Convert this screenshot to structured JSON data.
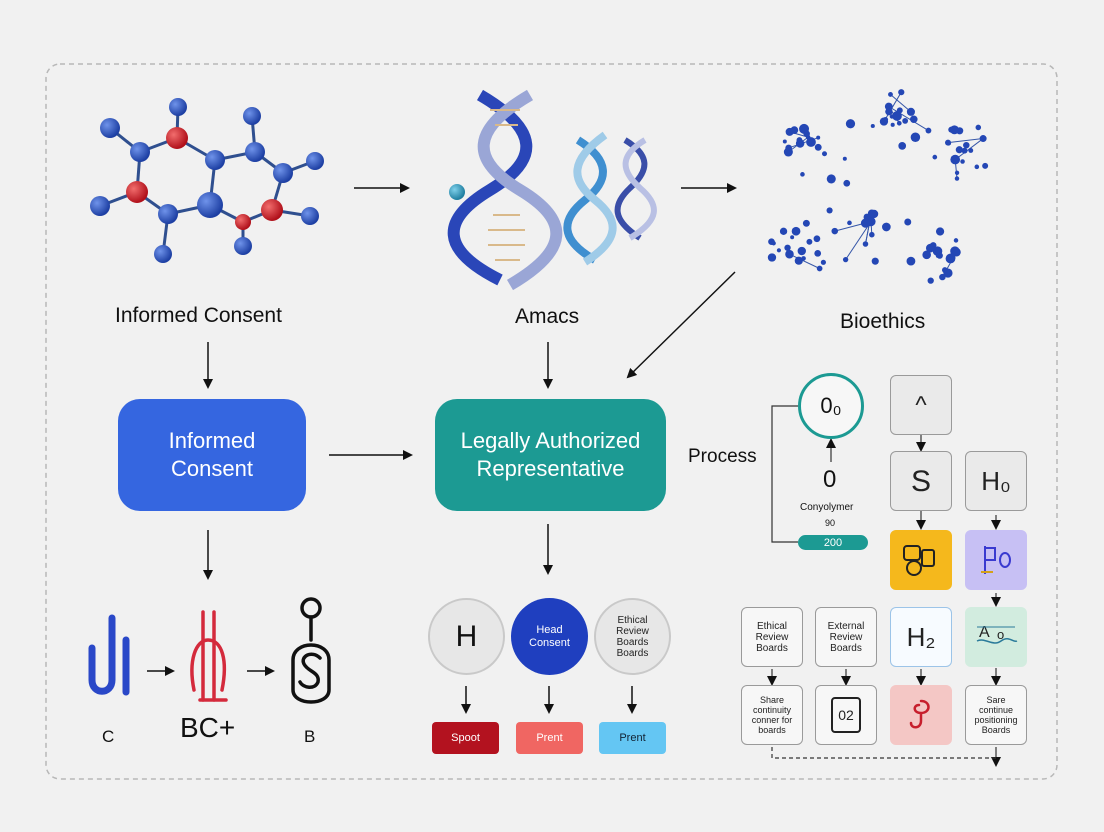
{
  "top_labels": {
    "informed_consent": "Informed Consent",
    "amacs": "Amacs",
    "bioethics": "Bioethics"
  },
  "main_boxes": {
    "informed_consent": [
      "Informed",
      "Consent"
    ],
    "lar": [
      "Legally Authorized",
      "Representative"
    ]
  },
  "process_label": "Process",
  "bottom_left": {
    "c_label": "C",
    "bc_label": "BC+",
    "b_label": "B"
  },
  "circles": {
    "h": "H",
    "head_consent": [
      "Head",
      "Consent"
    ],
    "ethical": [
      "Ethical",
      "Review",
      "Boards",
      "Boards"
    ]
  },
  "buttons": {
    "spoot": "Spoot",
    "prent1": "Prent",
    "prent2": "Prent"
  },
  "right_panel": {
    "ring_text": "0₀",
    "caret_text": "^",
    "s": "S",
    "h0": "H₀",
    "zero": "0",
    "caption1": "Conyolymer",
    "caption2": "90",
    "badge": "200",
    "h2": "H₂",
    "ethical_review": [
      "Ethical",
      "Review",
      "Boards"
    ],
    "external_review": [
      "External",
      "Review",
      "Boards"
    ],
    "share1": [
      "Share",
      "continuity",
      "conner for",
      "boards"
    ],
    "num02": "02",
    "share2": [
      "Sare",
      "continue",
      "positioning",
      "Boards"
    ]
  },
  "colors": {
    "blue_box": "#3566e0",
    "teal_box": "#1c9a93",
    "dark_blue_circle": "#1f3fbf",
    "red_button": "#b3121f",
    "salmon_button": "#f06662",
    "light_blue_button": "#64c6f3",
    "yellow_box": "#f5b81c",
    "lavender_box": "#c7c0f4",
    "pink_box": "#f4c7c5",
    "mint_box": "#d2ecdf"
  }
}
